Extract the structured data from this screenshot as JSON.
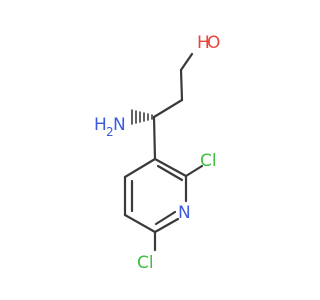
{
  "atoms": {
    "oxygen": {
      "text": "O",
      "color": "#e8453c"
    },
    "hydroxyl_h": {
      "text": "H",
      "color": "#e8453c"
    },
    "amine_n": {
      "text": "N",
      "color": "#3b5bdb"
    },
    "amine_h": {
      "text": "H",
      "color": "#3b5bdb"
    },
    "amine_h_count": {
      "text": "2",
      "color": "#3b5bdb"
    },
    "ring_n": {
      "text": "N",
      "color": "#3b5bdb"
    },
    "chlorine_top": {
      "text": "Cl",
      "color": "#3fbf3f"
    },
    "chlorine_bottom": {
      "text": "Cl",
      "color": "#3fbf3f"
    }
  },
  "bond_color": "#3a3a3a"
}
